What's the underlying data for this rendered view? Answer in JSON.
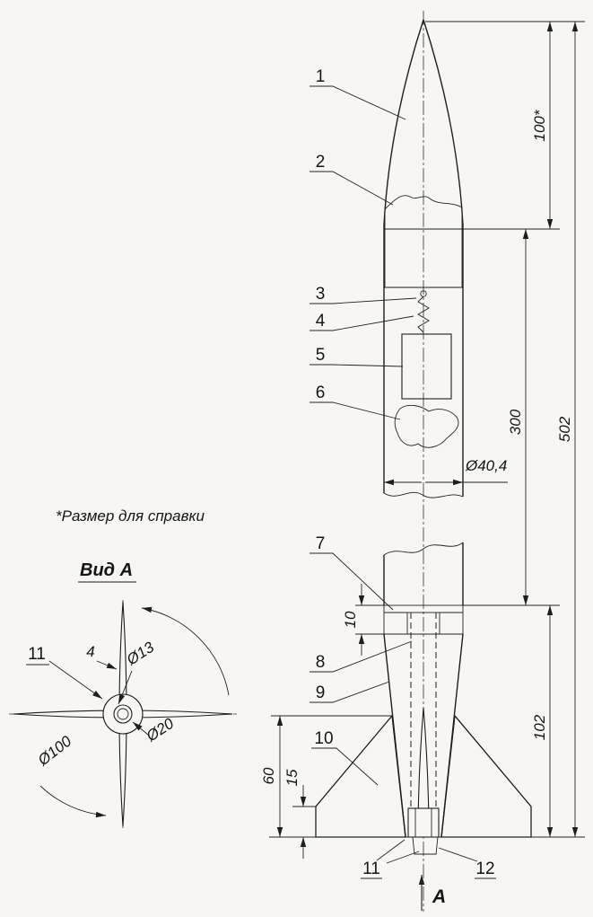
{
  "note": "*Размер для справки",
  "main_view": {
    "part_labels": [
      "1",
      "2",
      "3",
      "4",
      "5",
      "6",
      "7",
      "8",
      "9",
      "10",
      "11",
      "12"
    ],
    "dimensions": {
      "nose_length": "100*",
      "body_length": "300",
      "total_length": "502",
      "body_diameter": "Ø40,4",
      "ring_height": "10",
      "tail_length": "102",
      "fin_height": "60",
      "fin_tip_height": "15"
    },
    "section_arrow_label": "А"
  },
  "view_a": {
    "title": "Вид А",
    "part_label": "11",
    "dimensions": {
      "fin_thickness": "4",
      "hole_diameter": "Ø13",
      "hub_diameter": "Ø20",
      "fin_span": "Ø100"
    }
  }
}
